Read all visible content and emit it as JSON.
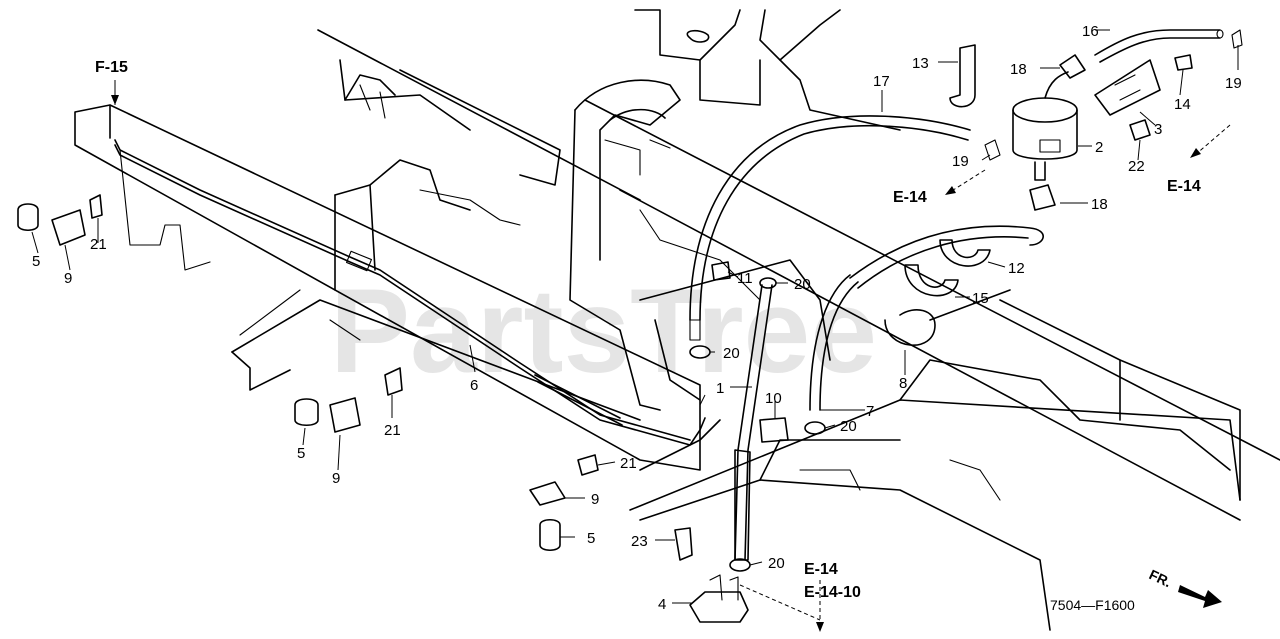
{
  "watermark": "PartsTree",
  "diagram_code": "7504—F1600",
  "front_label": "FR.",
  "references": {
    "f15": "F-15",
    "e14_center": "E-14",
    "e14_right": "E-14",
    "e14_bottom": "E-14",
    "e14_10": "E-14-10"
  },
  "callouts": {
    "c1": "1",
    "c2": "2",
    "c3": "3",
    "c4": "4",
    "c5a": "5",
    "c5b": "5",
    "c5c": "5",
    "c6": "6",
    "c7": "7",
    "c8": "8",
    "c9a": "9",
    "c9b": "9",
    "c9c": "9",
    "c10": "10",
    "c11": "11",
    "c12": "12",
    "c13": "13",
    "c14": "14",
    "c15": "15",
    "c16": "16",
    "c17": "17",
    "c18a": "18",
    "c18b": "18",
    "c19a": "19",
    "c19b": "19",
    "c20a": "20",
    "c20b": "20",
    "c20c": "20",
    "c20d": "20",
    "c21a": "21",
    "c21b": "21",
    "c21c": "21",
    "c22": "22",
    "c23": "23"
  }
}
